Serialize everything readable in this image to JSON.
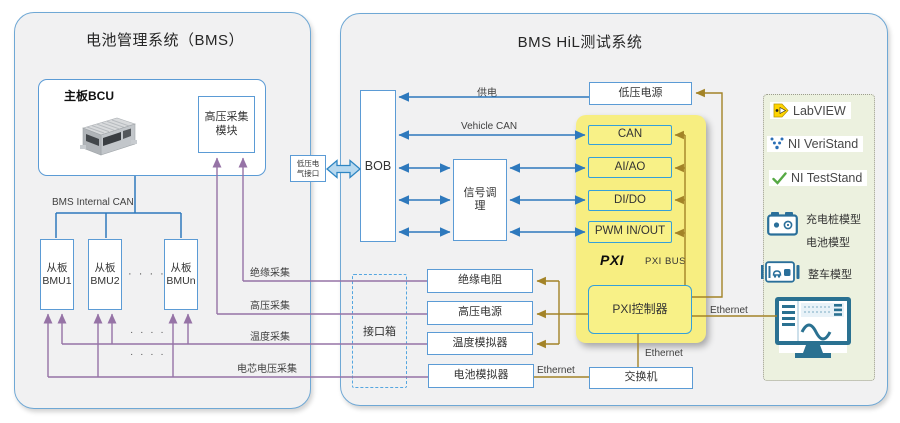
{
  "colors": {
    "panel_border": "#6fa8d5",
    "panel_fill": "#f1f1f2",
    "blue_line": "#2e79bd",
    "purple_line": "#9673a6",
    "brown_line": "#a38327",
    "yellow_panel": "#f7ee81",
    "box_border": "#5b9bd5",
    "green_panel_fill": "#ecf1df",
    "ni_blue": "#2a6f9a"
  },
  "bms_panel": {
    "title": "电池管理系统（BMS）",
    "bcu_label": "主板BCU",
    "hv_module_line1": "高压采集",
    "hv_module_line2": "模块",
    "internal_can": "BMS Internal CAN",
    "bmu1_line1": "从板",
    "bmu1_line2": "BMU1",
    "bmu2_line1": "从板",
    "bmu2_line2": "BMU2",
    "bmun_line1": "从板",
    "bmun_line2": "BMUn",
    "dots": "· · · ·"
  },
  "bridge": {
    "lv_connector_line1": "低压电",
    "lv_connector_line2": "气接口",
    "bob": "BOB"
  },
  "hil_panel": {
    "title": "BMS HiL测试系统",
    "lv_power": "低压电源",
    "signal_line1": "信号调",
    "signal_line2": "理",
    "io_can": "CAN",
    "io_aiao": "AI/AO",
    "io_dido": "DI/DO",
    "io_pwm": "PWM IN/OUT",
    "pxi_logo": "PXI",
    "pxi_bus": "PXI BUS",
    "pxi_controller": "PXI控制器",
    "switch": "交换机",
    "insulation_res": "绝缘电阻",
    "hv_power": "高压电源",
    "temp_sim": "温度模拟器",
    "battery_sim": "电池模拟器",
    "interface_box": "接口箱"
  },
  "line_labels": {
    "power": "供电",
    "vehicle_can": "Vehicle CAN",
    "ethernet": "Ethernet",
    "insulation": "绝缘采集",
    "hv": "高压采集",
    "temperature": "温度采集",
    "cell_voltage": "电芯电压采集"
  },
  "software": {
    "labview": "LabVIEW",
    "veristand": "NI VeriStand",
    "teststand": "NI TestStand",
    "charger_model": "充电桩模型",
    "battery_model": "电池模型",
    "vehicle_model": "整车模型"
  }
}
